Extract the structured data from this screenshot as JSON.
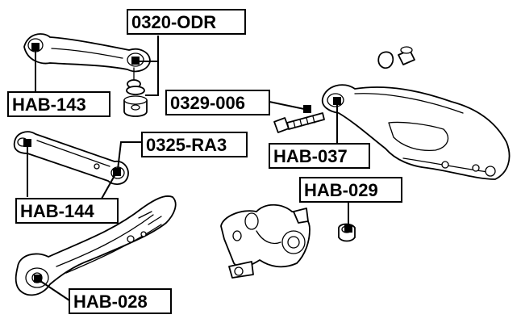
{
  "labels": {
    "hab_143": "HAB-143",
    "odr_0320": "0320-ODR",
    "num_0329_006": "0329-006",
    "ra3_0325": "0325-RA3",
    "hab_144": "HAB-144",
    "hab_037": "HAB-037",
    "hab_029": "HAB-029",
    "hab_028": "HAB-028"
  },
  "colors": {
    "ink": "#000000",
    "paper": "#ffffff"
  }
}
